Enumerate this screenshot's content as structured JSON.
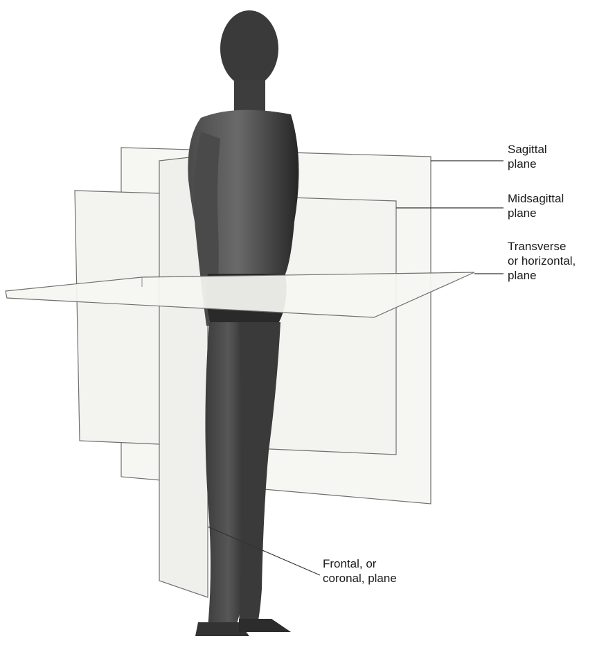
{
  "labels": {
    "sagittal": {
      "line1": "Sagittal",
      "line2": "plane"
    },
    "midsagittal": {
      "line1": "Midsagittal",
      "line2": "plane"
    },
    "transverse": {
      "line1": "Transverse",
      "line2": "or horizontal,",
      "line3": "plane"
    },
    "frontal": {
      "line1": "Frontal, or",
      "line2": "coronal, plane"
    }
  },
  "colors": {
    "plane_fill": "#f7f7f4",
    "plane_edge": "#6f6f6f",
    "body_dark": "#2e2e2e",
    "body_mid": "#5a5a5a",
    "leader_line": "#333333"
  }
}
